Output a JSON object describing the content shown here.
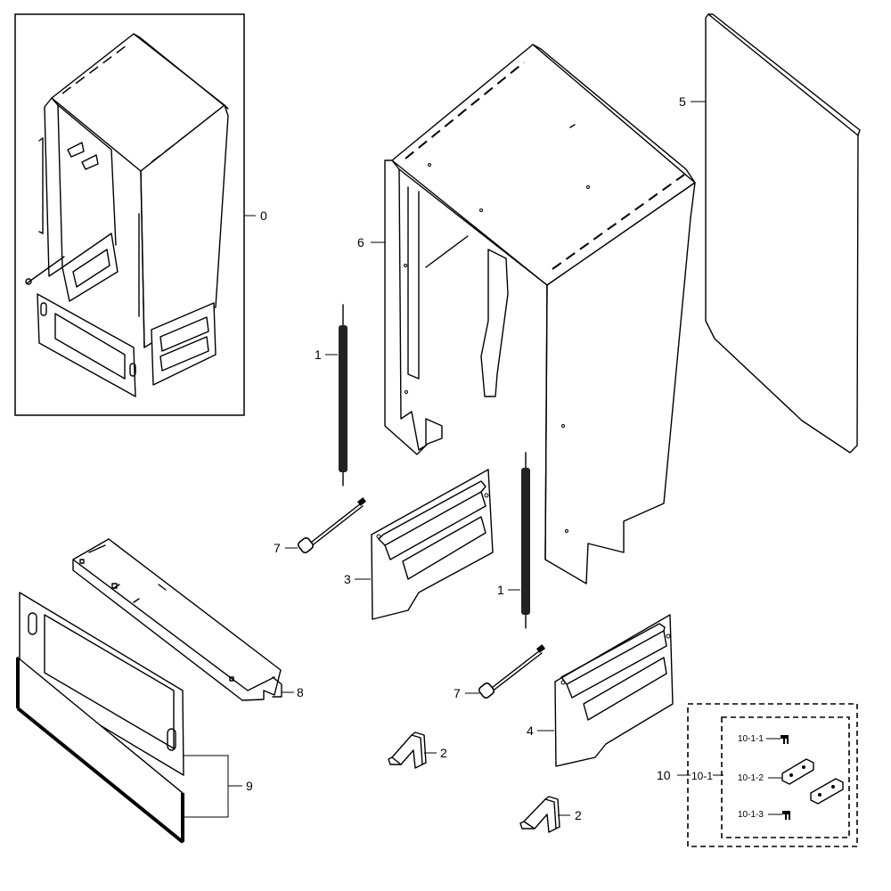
{
  "callouts": {
    "assembly": "0",
    "spring_left": "1",
    "spring_right": "1",
    "hinge_bracket_left": "2",
    "hinge_bracket_right": "2",
    "side_panel_left": "3",
    "side_panel_right": "4",
    "rear_panel": "5",
    "cabinet_wrap": "6",
    "cable_left": "7",
    "cable_right": "7",
    "toe_bracket": "8",
    "kick_plate": "9",
    "hardware_kit": "10",
    "hardware_sub_kit": "10-1",
    "screw_a": "10-1-1",
    "bracket_a": "10-1-2",
    "screw_b": "10-1-3"
  }
}
